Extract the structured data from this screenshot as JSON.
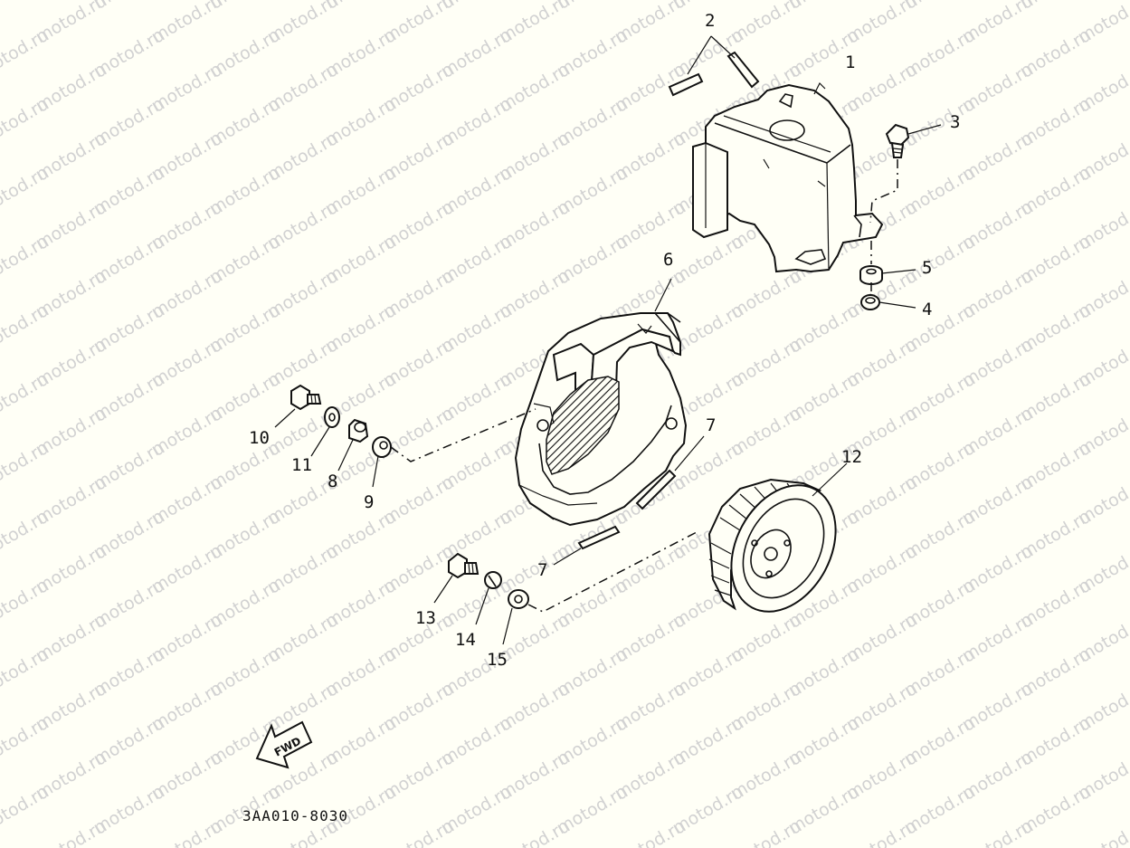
{
  "watermark": {
    "text": "motod.ru",
    "color": "#d2d2d2"
  },
  "diagram": {
    "code": "3AA010-8030",
    "fwd_label": "FWD",
    "callouts": [
      {
        "id": "1",
        "text": "1"
      },
      {
        "id": "2",
        "text": "2"
      },
      {
        "id": "3",
        "text": "3"
      },
      {
        "id": "4",
        "text": "4"
      },
      {
        "id": "5",
        "text": "5"
      },
      {
        "id": "6",
        "text": "6"
      },
      {
        "id": "7a",
        "text": "7"
      },
      {
        "id": "7b",
        "text": "7"
      },
      {
        "id": "8",
        "text": "8"
      },
      {
        "id": "9",
        "text": "9"
      },
      {
        "id": "10",
        "text": "10"
      },
      {
        "id": "11",
        "text": "11"
      },
      {
        "id": "12",
        "text": "12"
      },
      {
        "id": "13",
        "text": "13"
      },
      {
        "id": "14",
        "text": "14"
      },
      {
        "id": "15",
        "text": "15"
      }
    ]
  }
}
